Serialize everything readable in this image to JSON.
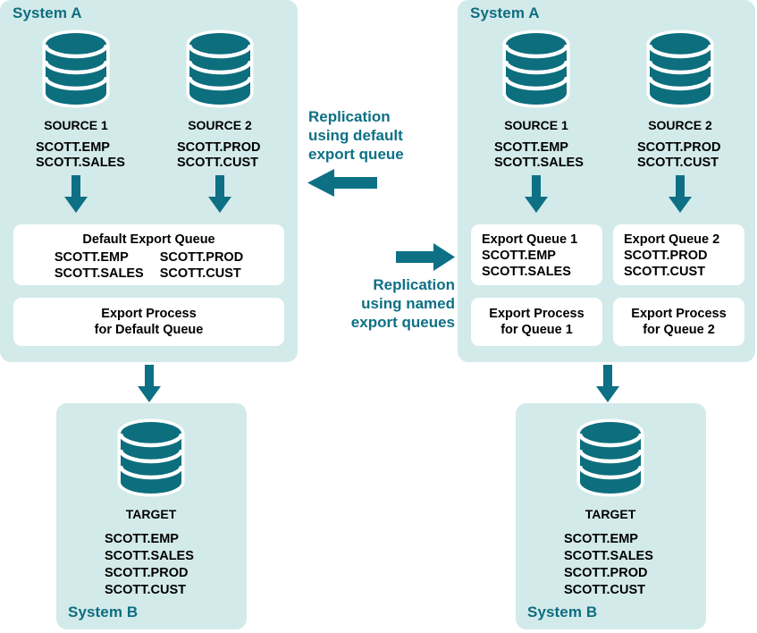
{
  "diagram": {
    "colors": {
      "panel_bg": "#d3eaea",
      "teal": "#0d6e80",
      "teal_text": "#0d7085",
      "box_bg": "#ffffff",
      "text": "#000000"
    }
  },
  "left": {
    "system_a_label": "System A",
    "system_b_label": "System B",
    "source1": {
      "name": "SOURCE 1",
      "tables": "SCOTT.EMP\nSCOTT.SALES"
    },
    "source2": {
      "name": "SOURCE 2",
      "tables": "SCOTT.PROD\nSCOTT.CUST"
    },
    "queue_box": {
      "title": "Default Export Queue",
      "col1": "SCOTT.EMP\nSCOTT.SALES",
      "col2": "SCOTT.PROD\nSCOTT.CUST"
    },
    "process_box": {
      "text": "Export Process\nfor Default Queue"
    },
    "target": {
      "name": "TARGET",
      "tables": "SCOTT.EMP\nSCOTT.SALES\nSCOTT.PROD\nSCOTT.CUST"
    }
  },
  "right": {
    "system_a_label": "System A",
    "system_b_label": "System B",
    "source1": {
      "name": "SOURCE 1",
      "tables": "SCOTT.EMP\nSCOTT.SALES"
    },
    "source2": {
      "name": "SOURCE 2",
      "tables": "SCOTT.PROD\nSCOTT.CUST"
    },
    "queue_box_1": {
      "title": "Export Queue 1",
      "tables": "SCOTT.EMP\nSCOTT.SALES"
    },
    "queue_box_2": {
      "title": "Export Queue 2",
      "tables": "SCOTT.PROD\nSCOTT.CUST"
    },
    "process_box_1": {
      "text": "Export Process\nfor Queue 1"
    },
    "process_box_2": {
      "text": "Export Process\nfor Queue 2"
    },
    "target": {
      "name": "TARGET",
      "tables": "SCOTT.EMP\nSCOTT.SALES\nSCOTT.PROD\nSCOTT.CUST"
    }
  },
  "center": {
    "caption_default": "Replication\nusing default\nexport queue",
    "caption_named": "Replication\nusing named\nexport queues"
  }
}
